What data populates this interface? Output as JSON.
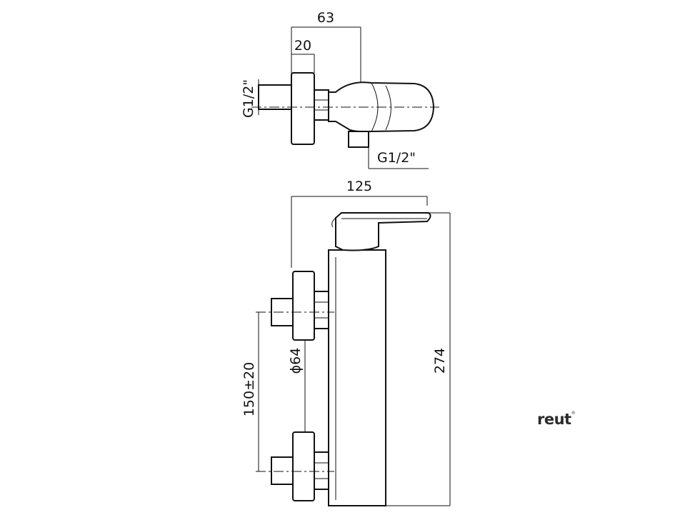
{
  "top_view": {
    "dim_total": "63",
    "dim_plate": "20",
    "thread_inlet": "G1/2\"",
    "thread_outlet": "G1/2\""
  },
  "front_view": {
    "dim_width": "125",
    "dim_height": "274",
    "dim_flange_dia": "ϕ64",
    "dim_center_spacing": "150±20"
  },
  "brand": {
    "name": "reut",
    "mark": "®"
  }
}
